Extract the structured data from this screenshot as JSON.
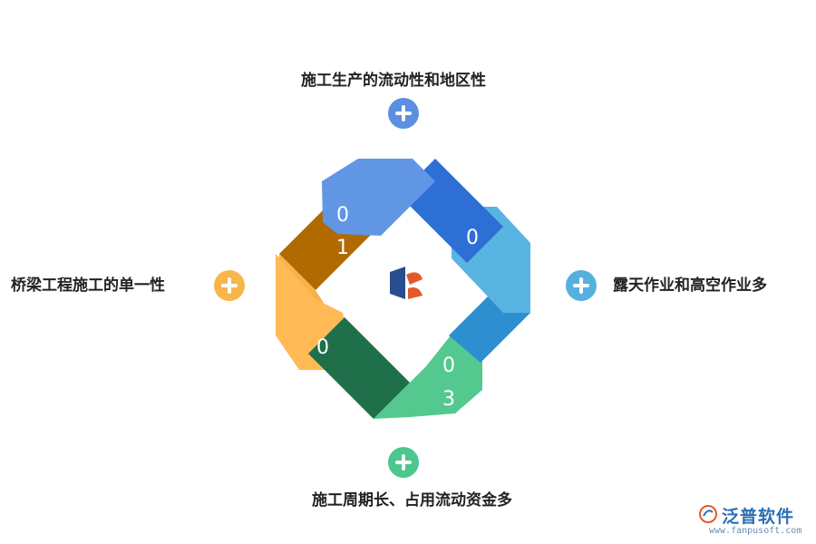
{
  "items": {
    "top": {
      "label": "施工生产的流动性和地区性",
      "color": "#5b8fe0"
    },
    "right": {
      "label": "露天作业和高空作业多",
      "color": "#55b0e0"
    },
    "bottom": {
      "label": "施工周期长、占用流动资金多",
      "color": "#4cc78f"
    },
    "left": {
      "label": "桥梁工程施工的单一性",
      "color": "#f7b54c"
    }
  },
  "cycle": {
    "arrow_top": {
      "line1": "0",
      "line2": "1"
    },
    "arrow_right": {
      "line1": "0",
      "line2": ""
    },
    "arrow_bottom": {
      "line1": "0",
      "line2": "3"
    },
    "arrow_left": {
      "line1": "0",
      "line2": ""
    }
  },
  "watermark": {
    "name": "泛普软件",
    "url": "www.fanpusoft.com"
  }
}
